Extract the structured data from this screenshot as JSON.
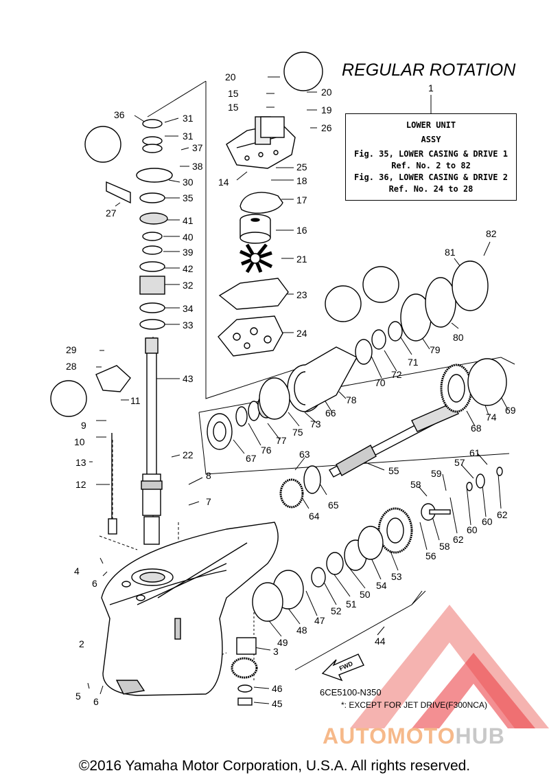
{
  "title": "REGULAR ROTATION",
  "assembly_box": {
    "ref": "1",
    "line1": "LOWER UNIT",
    "line2": "ASSY",
    "line3": "Fig. 35, LOWER CASING & DRIVE 1",
    "line4": "Ref. No. 2 to 82",
    "line5": "Fig. 36, LOWER CASING & DRIVE 2",
    "line6": "Ref. No. 24 to 28"
  },
  "drawing_code": "6CE5100-N350",
  "note": "*: EXCEPT FOR JET DRIVE(F300NCA)",
  "fwd_label": "FWD",
  "watermark": {
    "part1": "AUTOMOTO",
    "part2": "HUB"
  },
  "copyright": "©2016 Yamaha Motor Corporation, U.S.A. All rights reserved.",
  "callouts": [
    "20",
    "15",
    "15",
    "20",
    "19",
    "26",
    "36",
    "31",
    "31",
    "37",
    "38",
    "30",
    "25",
    "18",
    "14",
    "27",
    "17",
    "35",
    "41",
    "16",
    "40",
    "39",
    "21",
    "42",
    "32",
    "23",
    "34",
    "33",
    "24",
    "82",
    "81",
    "80",
    "79",
    "71",
    "72",
    "70",
    "29",
    "28",
    "11",
    "43",
    "9",
    "10",
    "78",
    "66",
    "73",
    "75",
    "77",
    "76",
    "67",
    "69",
    "74",
    "68",
    "22",
    "13",
    "12",
    "8",
    "7",
    "63",
    "55",
    "61",
    "57",
    "59",
    "58",
    "62",
    "60",
    "60",
    "62",
    "58",
    "56",
    "65",
    "64",
    "53",
    "54",
    "50",
    "51",
    "52",
    "47",
    "48",
    "49",
    "44",
    "4",
    "6",
    "2",
    "3",
    "5",
    "6",
    "46",
    "45"
  ],
  "colors": {
    "line": "#000000",
    "watermark_red": "#e8242a",
    "watermark_pink": "#f4a6a3"
  }
}
